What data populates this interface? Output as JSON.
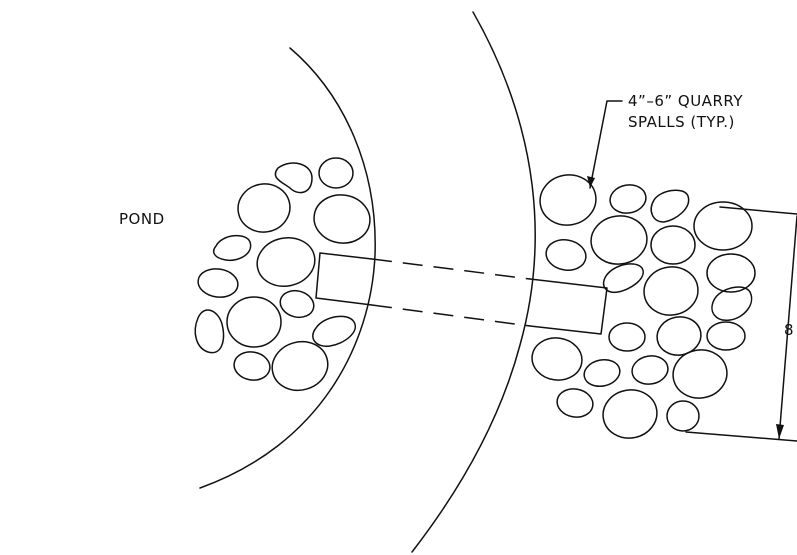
{
  "labels": {
    "pond": "POND",
    "callout_line1": "4”–6” QUARRY",
    "callout_line2": "SPALLS (TYP.)",
    "dimension": "8"
  }
}
